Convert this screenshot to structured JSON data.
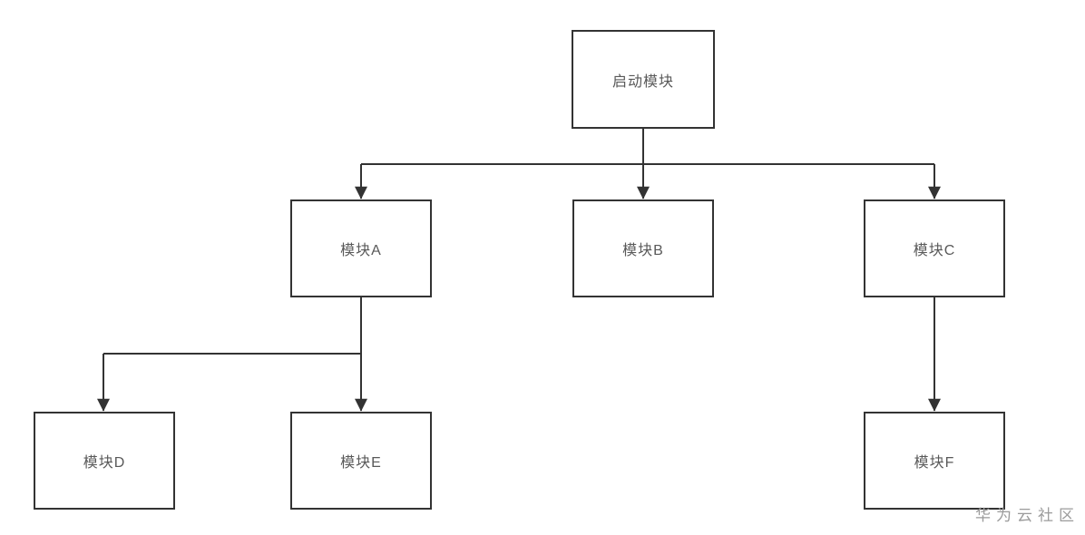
{
  "diagram": {
    "nodes": [
      {
        "id": "start",
        "label": "启动模块"
      },
      {
        "id": "module-a",
        "label": "模块A"
      },
      {
        "id": "module-b",
        "label": "模块B"
      },
      {
        "id": "module-c",
        "label": "模块C"
      },
      {
        "id": "module-d",
        "label": "模块D"
      },
      {
        "id": "module-e",
        "label": "模块E"
      },
      {
        "id": "module-f",
        "label": "模块F"
      }
    ],
    "edges": [
      {
        "from": "start",
        "to": "module-a"
      },
      {
        "from": "start",
        "to": "module-b"
      },
      {
        "from": "start",
        "to": "module-c"
      },
      {
        "from": "module-a",
        "to": "module-d"
      },
      {
        "from": "module-a",
        "to": "module-e"
      },
      {
        "from": "module-c",
        "to": "module-f"
      }
    ],
    "colors": {
      "node_border": "#333333",
      "node_text": "#595959",
      "connector": "#333333",
      "background": "#ffffff",
      "watermark_text": "#9b9b9b"
    },
    "watermark": "华为云社区"
  }
}
